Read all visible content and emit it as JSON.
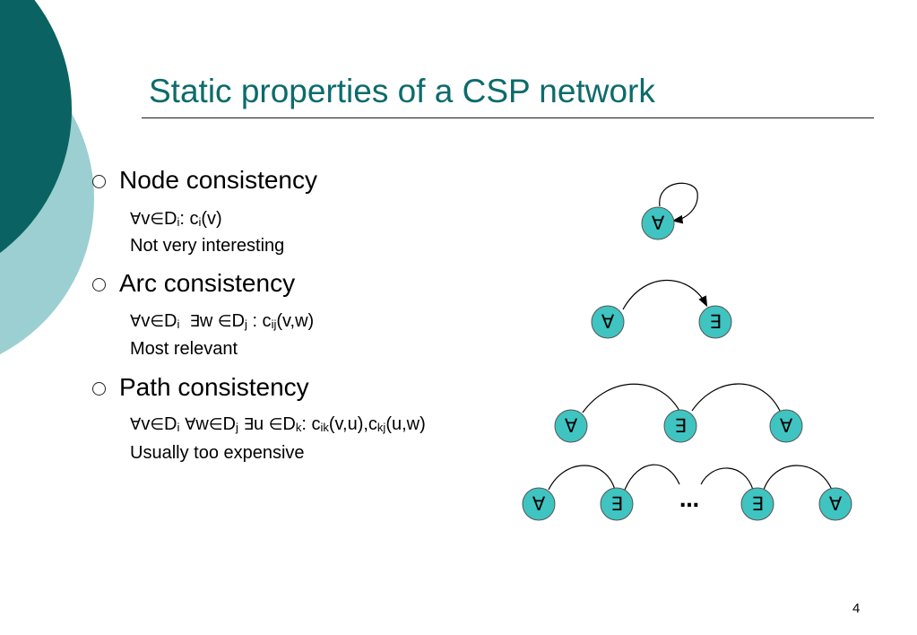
{
  "slide": {
    "title": "Static properties of a CSP network",
    "page_number": "4",
    "colors": {
      "title": "#0d6b6b",
      "dark_teal": "#0b6262",
      "light_teal": "#9ccfd1",
      "node_fill": "#3fc4c1"
    }
  },
  "sections": [
    {
      "heading": "Node consistency",
      "formula": {
        "forall": "∀",
        "v": "v",
        "in": "∈",
        "D": "D",
        "sub_i": "i",
        "colon_c": ": c",
        "sub_i2": "i",
        "tail": "(v)"
      },
      "note": "Not very interesting"
    },
    {
      "heading": "Arc consistency",
      "formula": {
        "forall": "∀",
        "v": "v",
        "in": "∈",
        "D": "D",
        "sub_i": "i",
        "exists": "∃",
        "w": "w ",
        "in2": "∈",
        "D2": "D",
        "sub_j": "j",
        "colon_c": " : c",
        "sub_ij": "ij",
        "tail": "(v,w)"
      },
      "note": "Most relevant"
    },
    {
      "heading": "Path consistency",
      "formula": {
        "forall": "∀",
        "v": "v",
        "in": "∈",
        "D": "D",
        "sub_i": "i",
        "forall2": " ∀",
        "w": "w",
        "in2": "∈",
        "D2": "D",
        "sub_j": "j",
        "exists": " ∃",
        "u": "u ",
        "in3": "∈",
        "D3": "D",
        "sub_k": "k",
        "colon_c": ": c",
        "sub_ik": "ik",
        "mid": "(v,u),c",
        "sub_kj": "kj",
        "tail": "(u,w)"
      },
      "note": "Usually too expensive"
    }
  ],
  "diagrams": {
    "node": {
      "nodes": [
        "∀"
      ]
    },
    "arc": {
      "nodes": [
        "∀",
        "∃"
      ]
    },
    "path": {
      "nodes": [
        "∀",
        "∃",
        "∀"
      ]
    },
    "chain": {
      "nodes": [
        "∀",
        "∃",
        "∃",
        "∀"
      ],
      "ellipsis": "…"
    }
  }
}
